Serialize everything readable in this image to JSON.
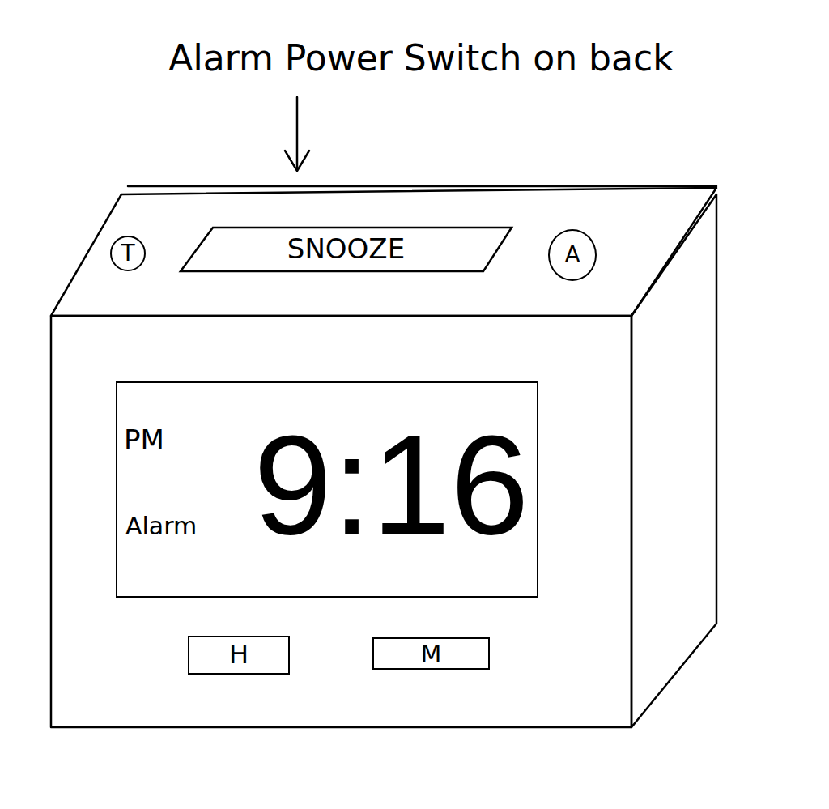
{
  "diagram": {
    "nodes": [
      {
        "text": [
          "T"
        ]
      },
      {
        "text": [
          "SNOOZE"
        ]
      },
      {
        "text": [
          "A"
        ]
      },
      {
        "text": [
          "PM",
          "Alarm",
          "9:16"
        ]
      },
      {
        "text": [
          "H"
        ]
      },
      {
        "text": [
          "M"
        ]
      }
    ],
    "labels": [
      "Alarm Power Switch on back"
    ]
  }
}
